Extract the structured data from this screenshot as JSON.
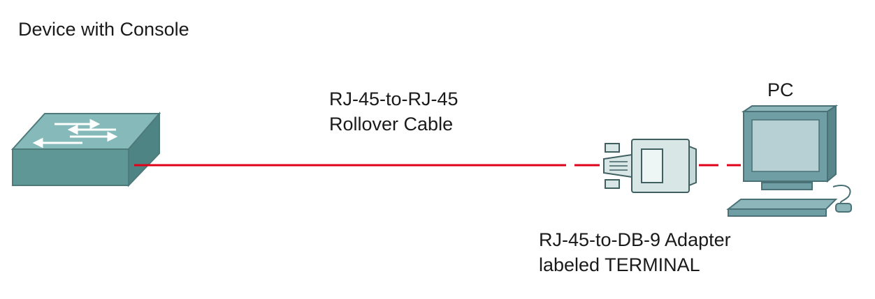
{
  "labels": {
    "device": "Device with Console",
    "pc": "PC",
    "cable_line1": "RJ-45-to-RJ-45",
    "cable_line2": "Rollover Cable",
    "adapter_line1": "RJ-45-to-DB-9 Adapter",
    "adapter_line2": "labeled TERMINAL"
  },
  "colors": {
    "cable": "#e0001a",
    "device_teal_top": "#7fb3b3",
    "device_teal_front": "#5f9696",
    "pc_teal": "#6f9fa5",
    "pc_screen": "#b6d0d3",
    "adapter_fill": "#d8e6e6",
    "outline": "#3f5f60"
  },
  "icons": [
    "network-switch-icon",
    "db9-adapter-icon",
    "desktop-pc-icon"
  ]
}
